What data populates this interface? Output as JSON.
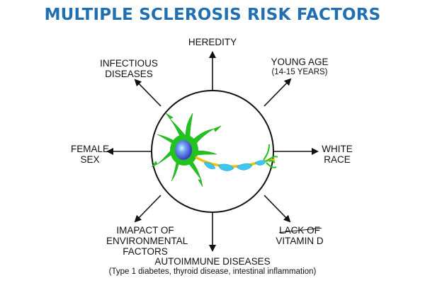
{
  "title": "MULTIPLE SCLEROSIS RISK FACTORS",
  "colors": {
    "title": "#1f6fb2",
    "arrows": "#111111",
    "neuron_body": "#22c21f",
    "nucleus": "#4b4fd6",
    "axon_sheath": "#3fc6ef",
    "axon_core": "#f2c200"
  },
  "factors": {
    "heredity": {
      "line1": "HEREDITY"
    },
    "young_age": {
      "line1": "YOUNG AGE",
      "sub": "(14-15 YEARS)"
    },
    "white_race": {
      "line1": "WHITE",
      "line2": "RACE"
    },
    "vitamin_d": {
      "lack": "LACK OF",
      "line2": "VITAMIN D"
    },
    "autoimmune": {
      "line1": "AUTOIMMUNE DISEASES",
      "sub": "(Type 1 diabetes, thyroid disease, intestinal inflammation)"
    },
    "environmental": {
      "line1": "IMAPACT OF",
      "line2": "ENVIRONMENTAL",
      "line3": "FACTORS"
    },
    "female_sex": {
      "line1": "FEMALE",
      "line2": "SEX"
    },
    "infectious": {
      "line1": "INFECTIOUS",
      "line2": "DISEASES"
    }
  },
  "center_image": "neuron-icon"
}
